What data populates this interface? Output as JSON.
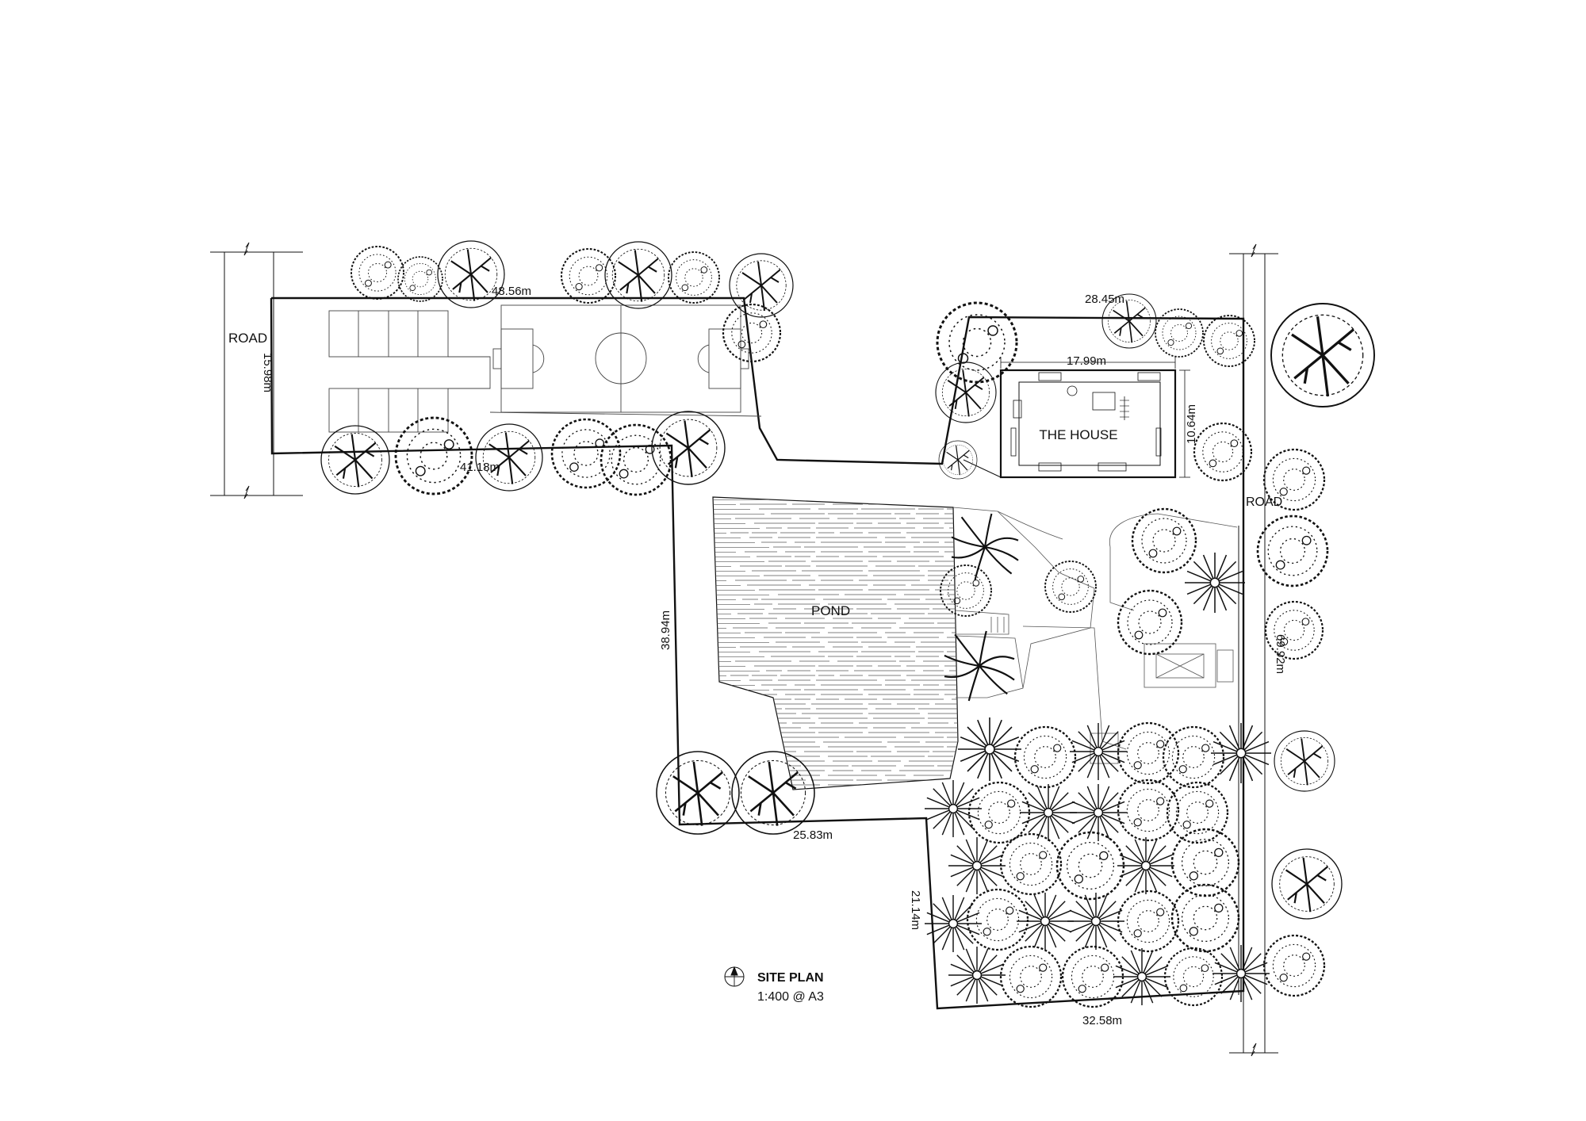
{
  "labels": {
    "road_west": "ROAD",
    "road_east": "ROAD",
    "pond": "POND",
    "house": "THE HOUSE"
  },
  "dimensions": {
    "top_north": "48.56m",
    "top_south": "41.18m",
    "top_west": "15.98m",
    "house_lot_north": "28.45m",
    "house_width": "17.99m",
    "house_depth": "10.64m",
    "pond_west": "38.94m",
    "pond_south": "25.83m",
    "orchard_west": "21.14m",
    "orchard_south": "32.58m",
    "east_boundary": "69.92m"
  },
  "title_block": {
    "title": "SITE PLAN",
    "scale": "1:400 @ A3",
    "icon": "north-arrow-icon"
  }
}
